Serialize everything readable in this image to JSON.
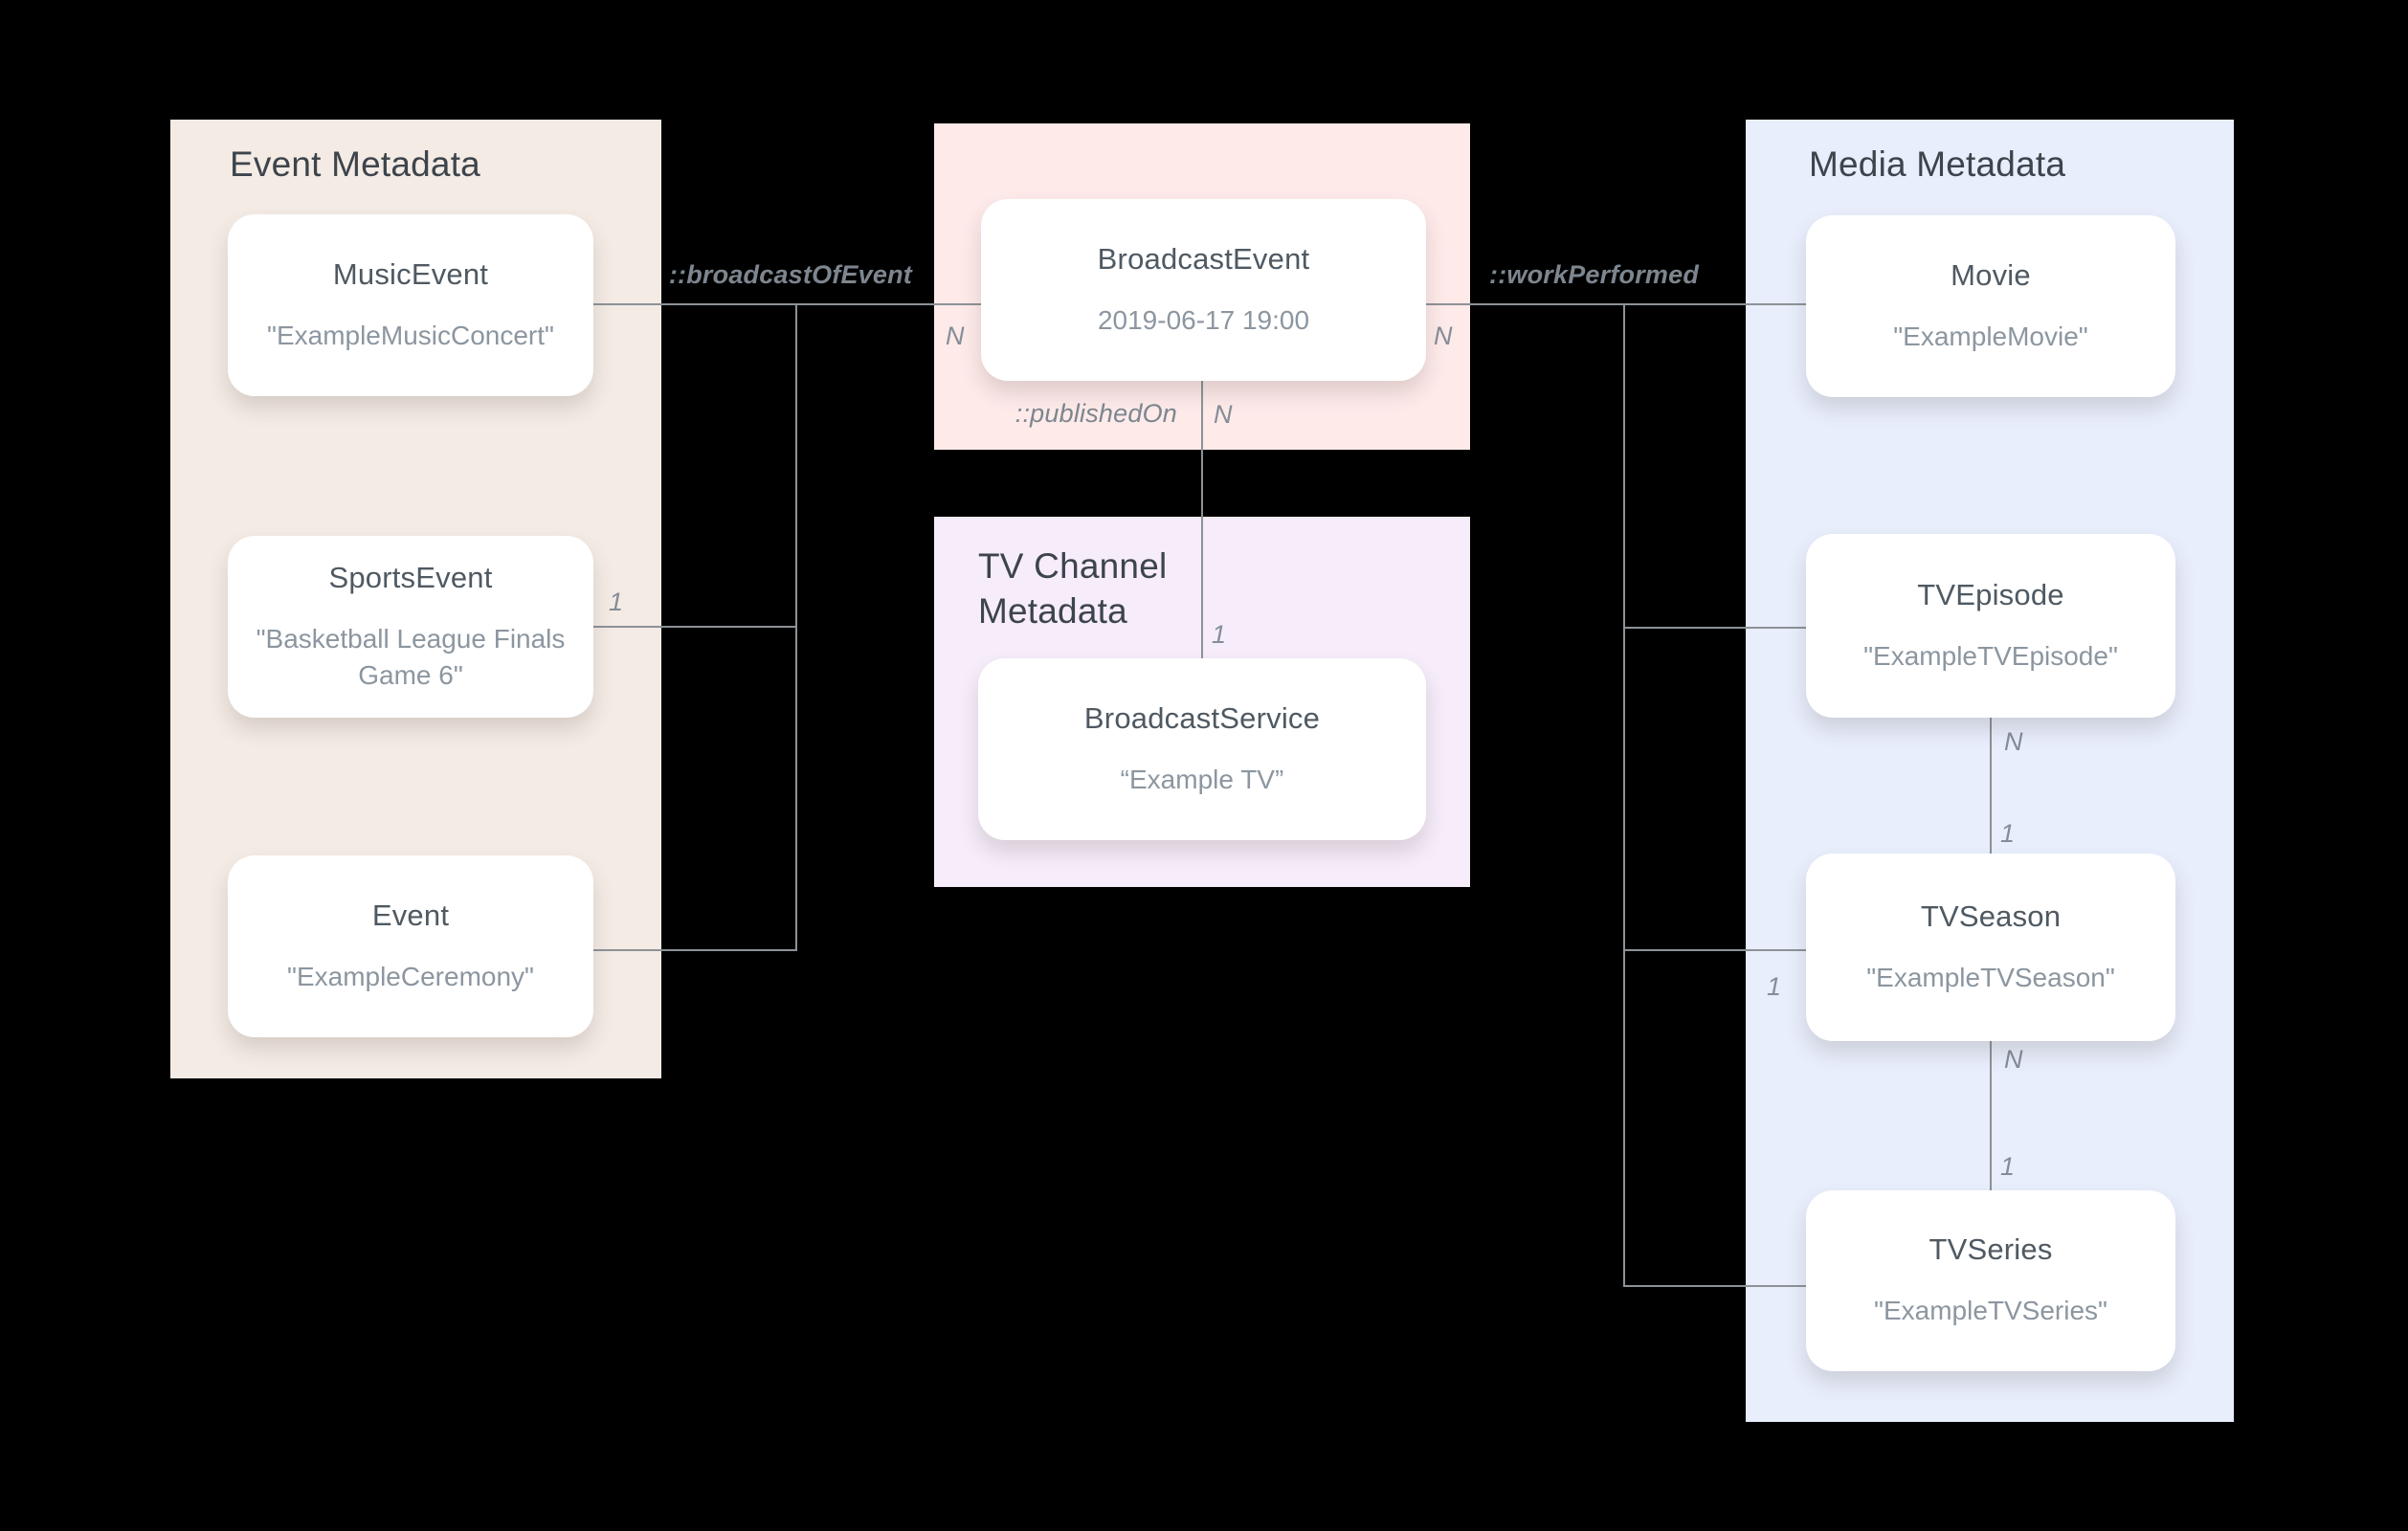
{
  "canvas": {
    "background": "#000000"
  },
  "colors": {
    "event_panel": "#f4ebe5",
    "broadcast_panel": "#fdeae9",
    "tv_channel_panel": "#f6ecfa",
    "media_panel": "#e8eefc",
    "card_background": "#ffffff",
    "connector_line": "#8d9297",
    "panel_title_text": "#3d444b",
    "card_title_text": "#4f5962",
    "card_subtitle_text": "#8c96a0",
    "edge_label_text": "#7d868f"
  },
  "panels": {
    "event": {
      "title": "Event Metadata"
    },
    "tv_channel": {
      "title": "TV Channel Metadata"
    },
    "media": {
      "title": "Media Metadata"
    }
  },
  "cards": {
    "music_event": {
      "title": "MusicEvent",
      "subtitle": "\"ExampleMusicConcert\""
    },
    "sports_event": {
      "title": "SportsEvent",
      "subtitle": "\"Basketball League Finals Game 6\""
    },
    "event": {
      "title": "Event",
      "subtitle": "\"ExampleCeremony\""
    },
    "broadcast_event": {
      "title": "BroadcastEvent",
      "subtitle": "2019-06-17 19:00"
    },
    "broadcast_service": {
      "title": "BroadcastService",
      "subtitle": "“Example TV”"
    },
    "movie": {
      "title": "Movie",
      "subtitle": "\"ExampleMovie\""
    },
    "tv_episode": {
      "title": "TVEpisode",
      "subtitle": "\"ExampleTVEpisode\""
    },
    "tv_season": {
      "title": "TVSeason",
      "subtitle": "\"ExampleTVSeason\""
    },
    "tv_series": {
      "title": "TVSeries",
      "subtitle": "\"ExampleTVSeries\""
    }
  },
  "relations": {
    "broadcast_of_event": "::broadcastOfEvent",
    "work_performed": "::workPerformed",
    "published_on": "::publishedOn"
  },
  "cardinalities": [
    "N",
    "N",
    "N",
    "1",
    "1",
    "1",
    "N",
    "1",
    "N",
    "1"
  ]
}
